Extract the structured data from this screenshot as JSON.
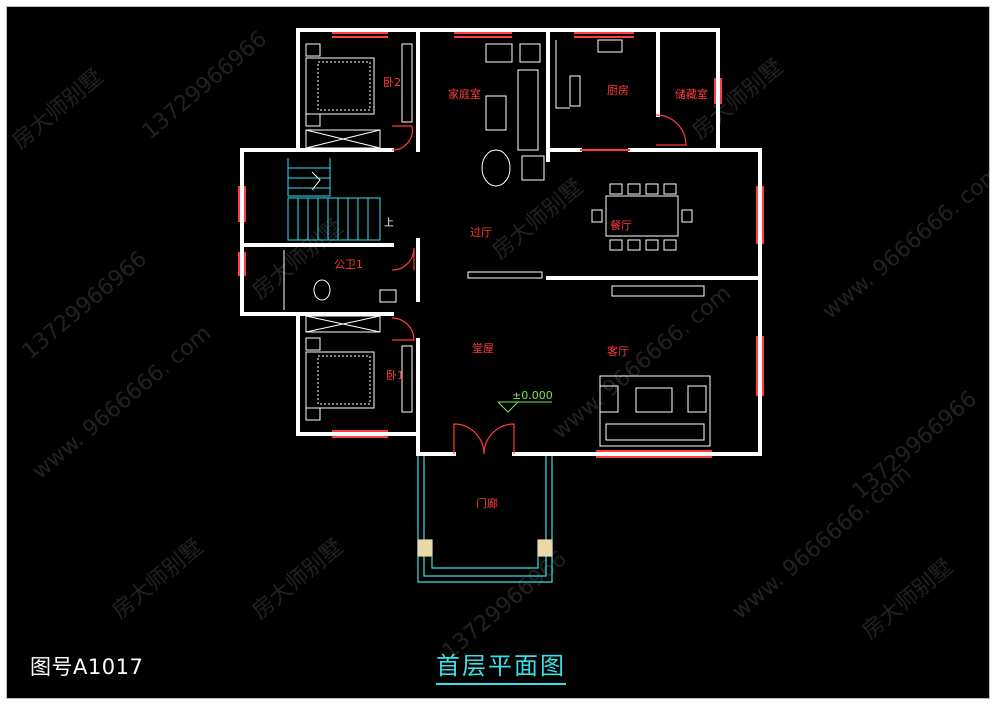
{
  "drawing": {
    "number": "图号A1017",
    "title": "首层平面图"
  },
  "rooms": {
    "bedroom2": "卧2",
    "family_room": "家庭室",
    "kitchen": "厨房",
    "storage": "储藏室",
    "corridor": "过厅",
    "dining": "餐厅",
    "bathroom": "公卫1",
    "bedroom1": "卧1",
    "hall": "堂屋",
    "living": "客厅",
    "porch": "门廊"
  },
  "stair_label": "上",
  "level_mark": "±0.000",
  "watermarks": {
    "brand": "房大师别墅",
    "phone": "13729966966",
    "web": "www. 9666666. com"
  },
  "colors": {
    "background": "#000000",
    "walls": "#ffffff",
    "windows": "#ff3b3b",
    "room_labels": "#ff3b3b",
    "porch_and_stairs": "#35e0e8",
    "level_mark": "#7ee25b",
    "title": "#35e0e8"
  }
}
